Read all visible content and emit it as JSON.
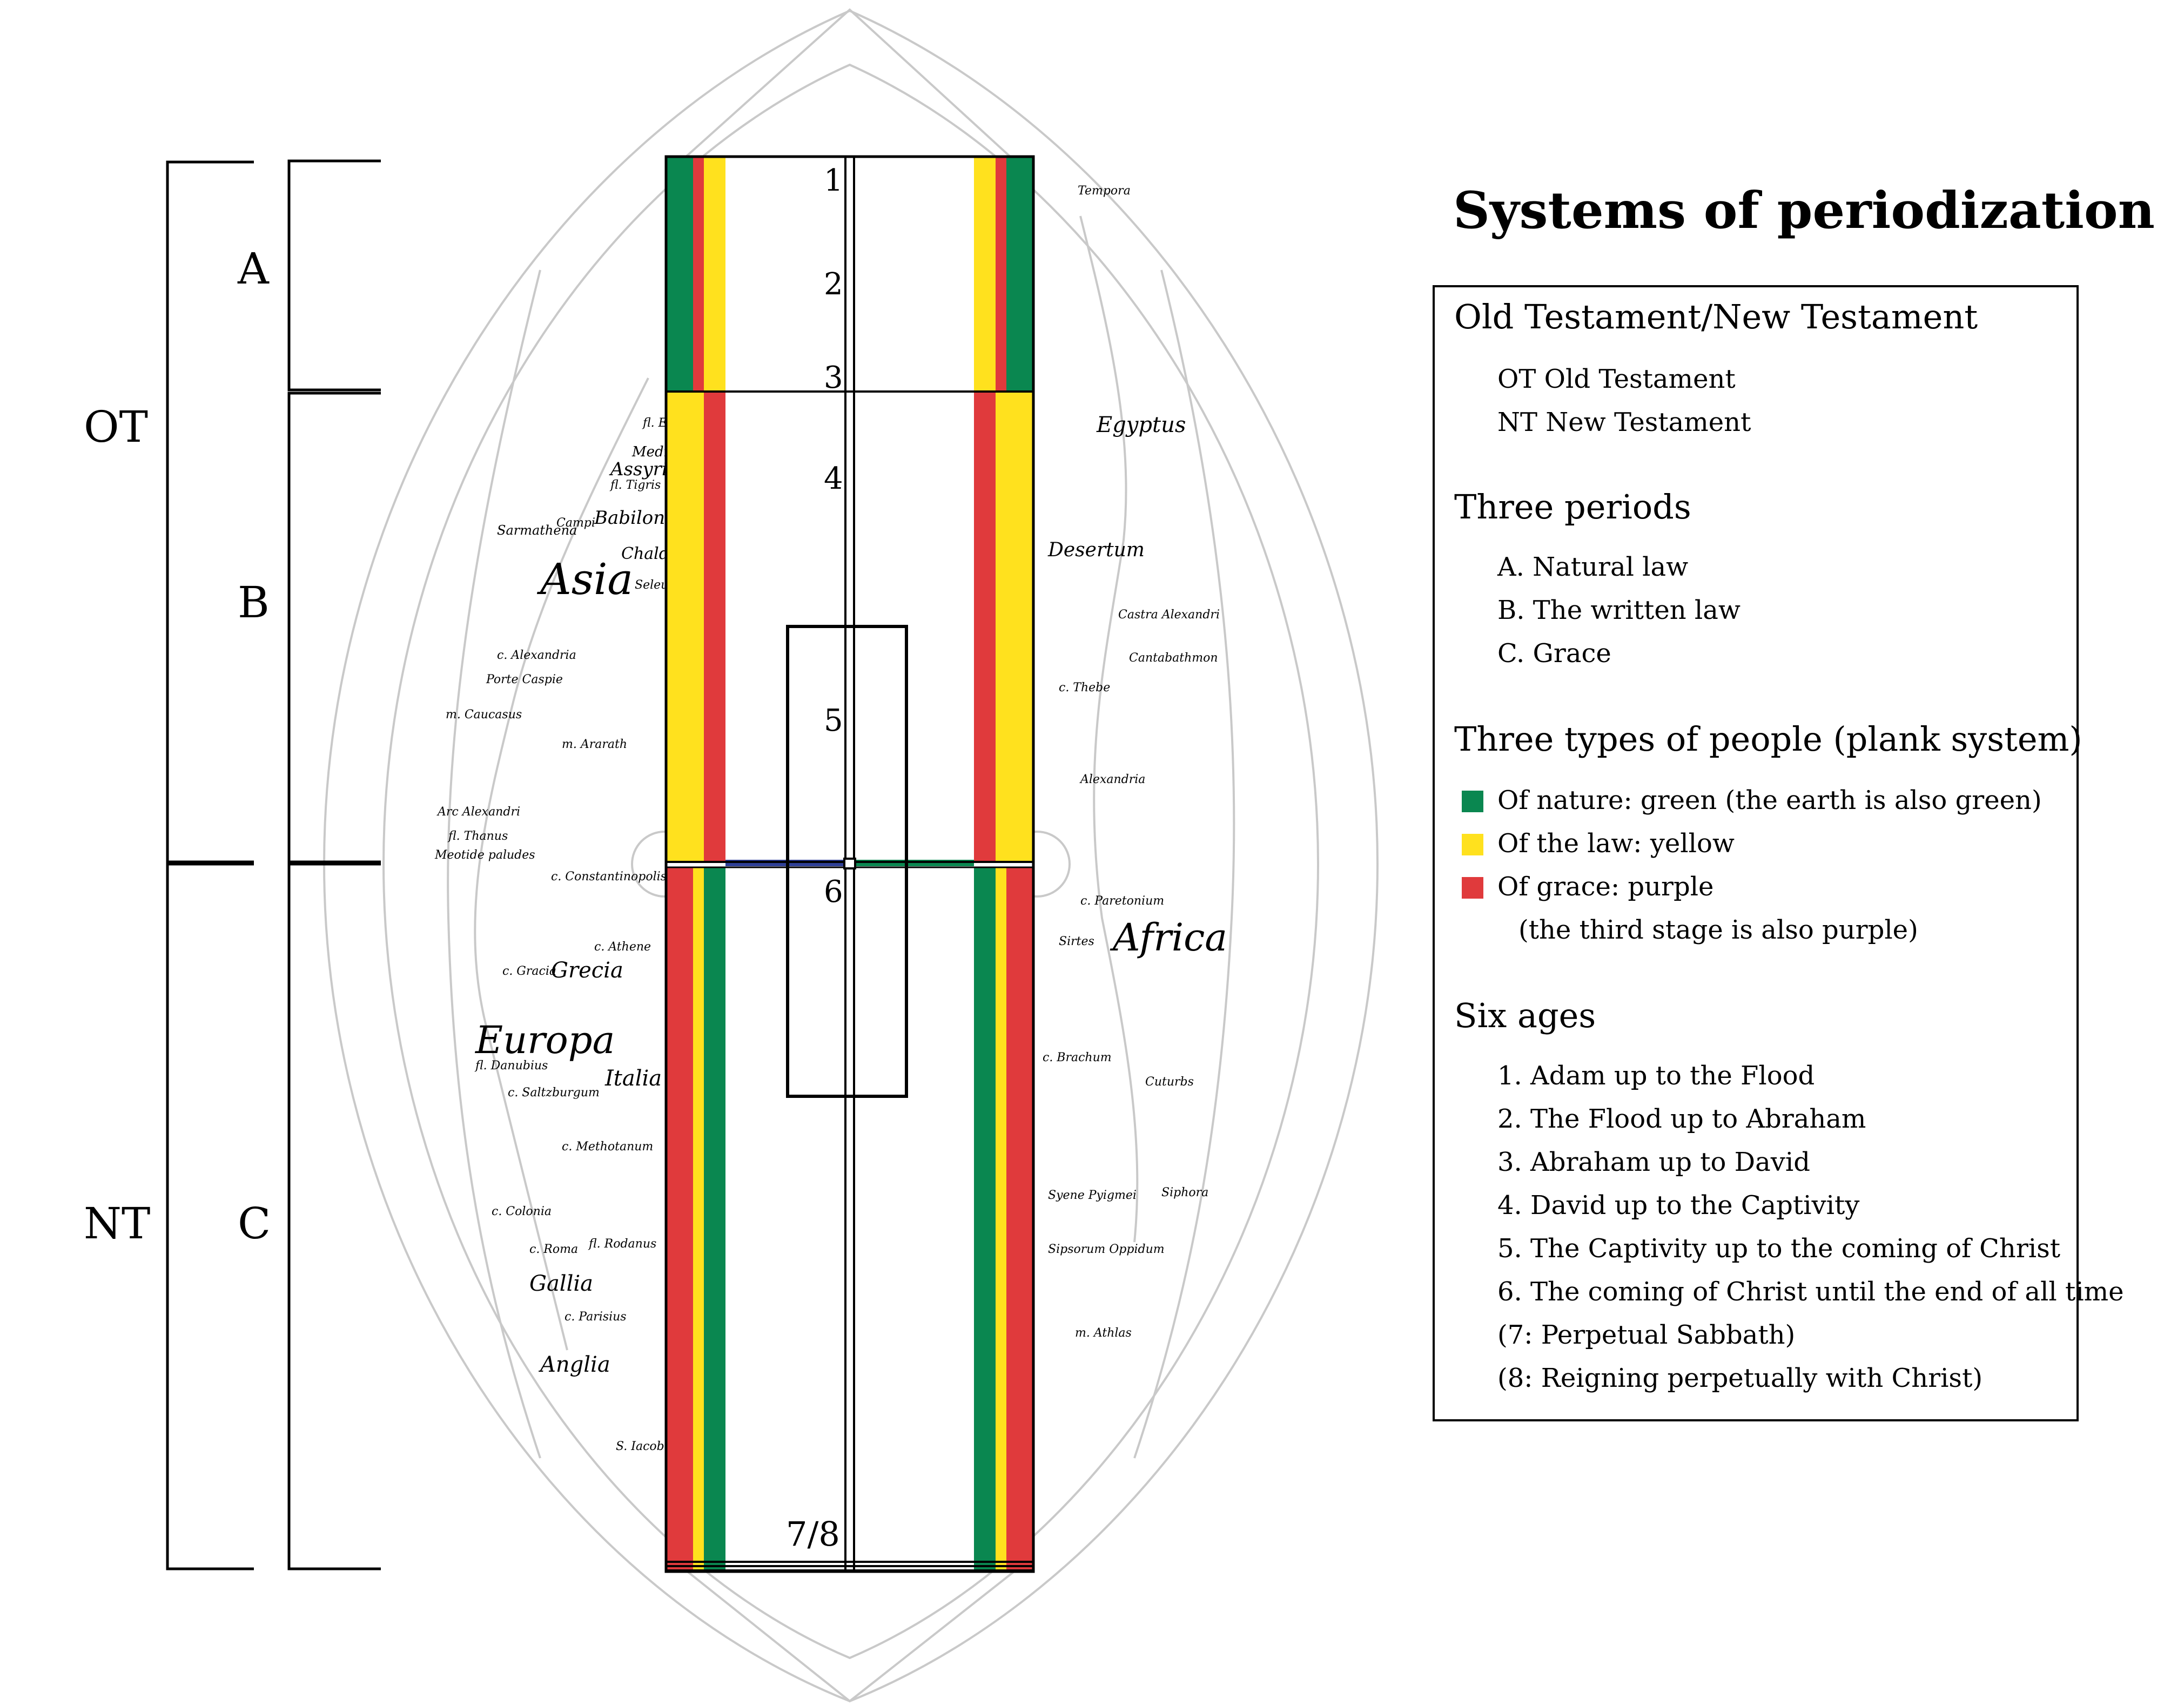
{
  "title": "Systems of periodization",
  "colors": {
    "green": "#0a8750",
    "yellow": "#ffe11e",
    "red": "#e03a3c",
    "blue": "#2f3f96"
  },
  "left_brackets": {
    "outer": [
      "OT",
      "NT"
    ],
    "inner": [
      "A",
      "B",
      "C"
    ]
  },
  "age_numbers": [
    "1",
    "2",
    "3",
    "4",
    "5",
    "6",
    "7/8"
  ],
  "legend": {
    "ot_nt": {
      "heading": "Old Testament/New Testament",
      "items": [
        "OT Old Testament",
        "NT New Testament"
      ]
    },
    "three_periods": {
      "heading": "Three periods",
      "items": [
        "A. Natural law",
        "B. The written law",
        "C. Grace"
      ]
    },
    "three_types": {
      "heading": "Three types of people (plank system)",
      "items": [
        {
          "color": "green",
          "label": "Of nature: green (the earth is also green)"
        },
        {
          "color": "yellow",
          "label": "Of the law: yellow"
        },
        {
          "color": "red",
          "label": "Of grace: purple"
        }
      ],
      "note": "(the third stage is also purple)"
    },
    "six_ages": {
      "heading": "Six ages",
      "items": [
        "1. Adam up to the Flood",
        "2. The Flood up to Abraham",
        "3. Abraham up to David",
        "4. David up to the Captivity",
        "5. The Captivity up to the coming of Christ",
        "6. The coming of Christ until the end of all time",
        "(7: Perpetual Sabbath)",
        "(8: Reigning perpetually with Christ)"
      ]
    }
  },
  "map_labels": [
    "Asia",
    "Europa",
    "Africa",
    "Grecia",
    "Italia",
    "Gallia",
    "Anglia",
    "Egyptus",
    "Desertum",
    "Babilonia",
    "Assyria",
    "Media",
    "Chaldea",
    "Sarmathena",
    "Campi",
    "Porte Caspie",
    "m. Caucasus",
    "m. Ararath",
    "c. Alexandria",
    "Arc Alexandri",
    "fl. Thanus",
    "Meotide paludes",
    "c. Constantinopolis",
    "c. Athene",
    "c. Gracia",
    "c. Roma",
    "fl. Rodanus",
    "c. Parisius",
    "c. Colonia",
    "c. Saltzburgum",
    "c. Methotanum",
    "c. Roma",
    "fl. Danubius",
    "S. Iacobi",
    "Tempora",
    "c. Thebe",
    "Castra Alexandri",
    "Cantabathmon",
    "Alexandria",
    "c. Paretonium",
    "Sirtes",
    "c. Brachum",
    "Cuturbs",
    "Syene Pyigmei",
    "Siphora",
    "Sipsorum Oppidum",
    "m. Athlas",
    "fl. Eufrates",
    "fl. Tigris",
    "Seleucia"
  ]
}
